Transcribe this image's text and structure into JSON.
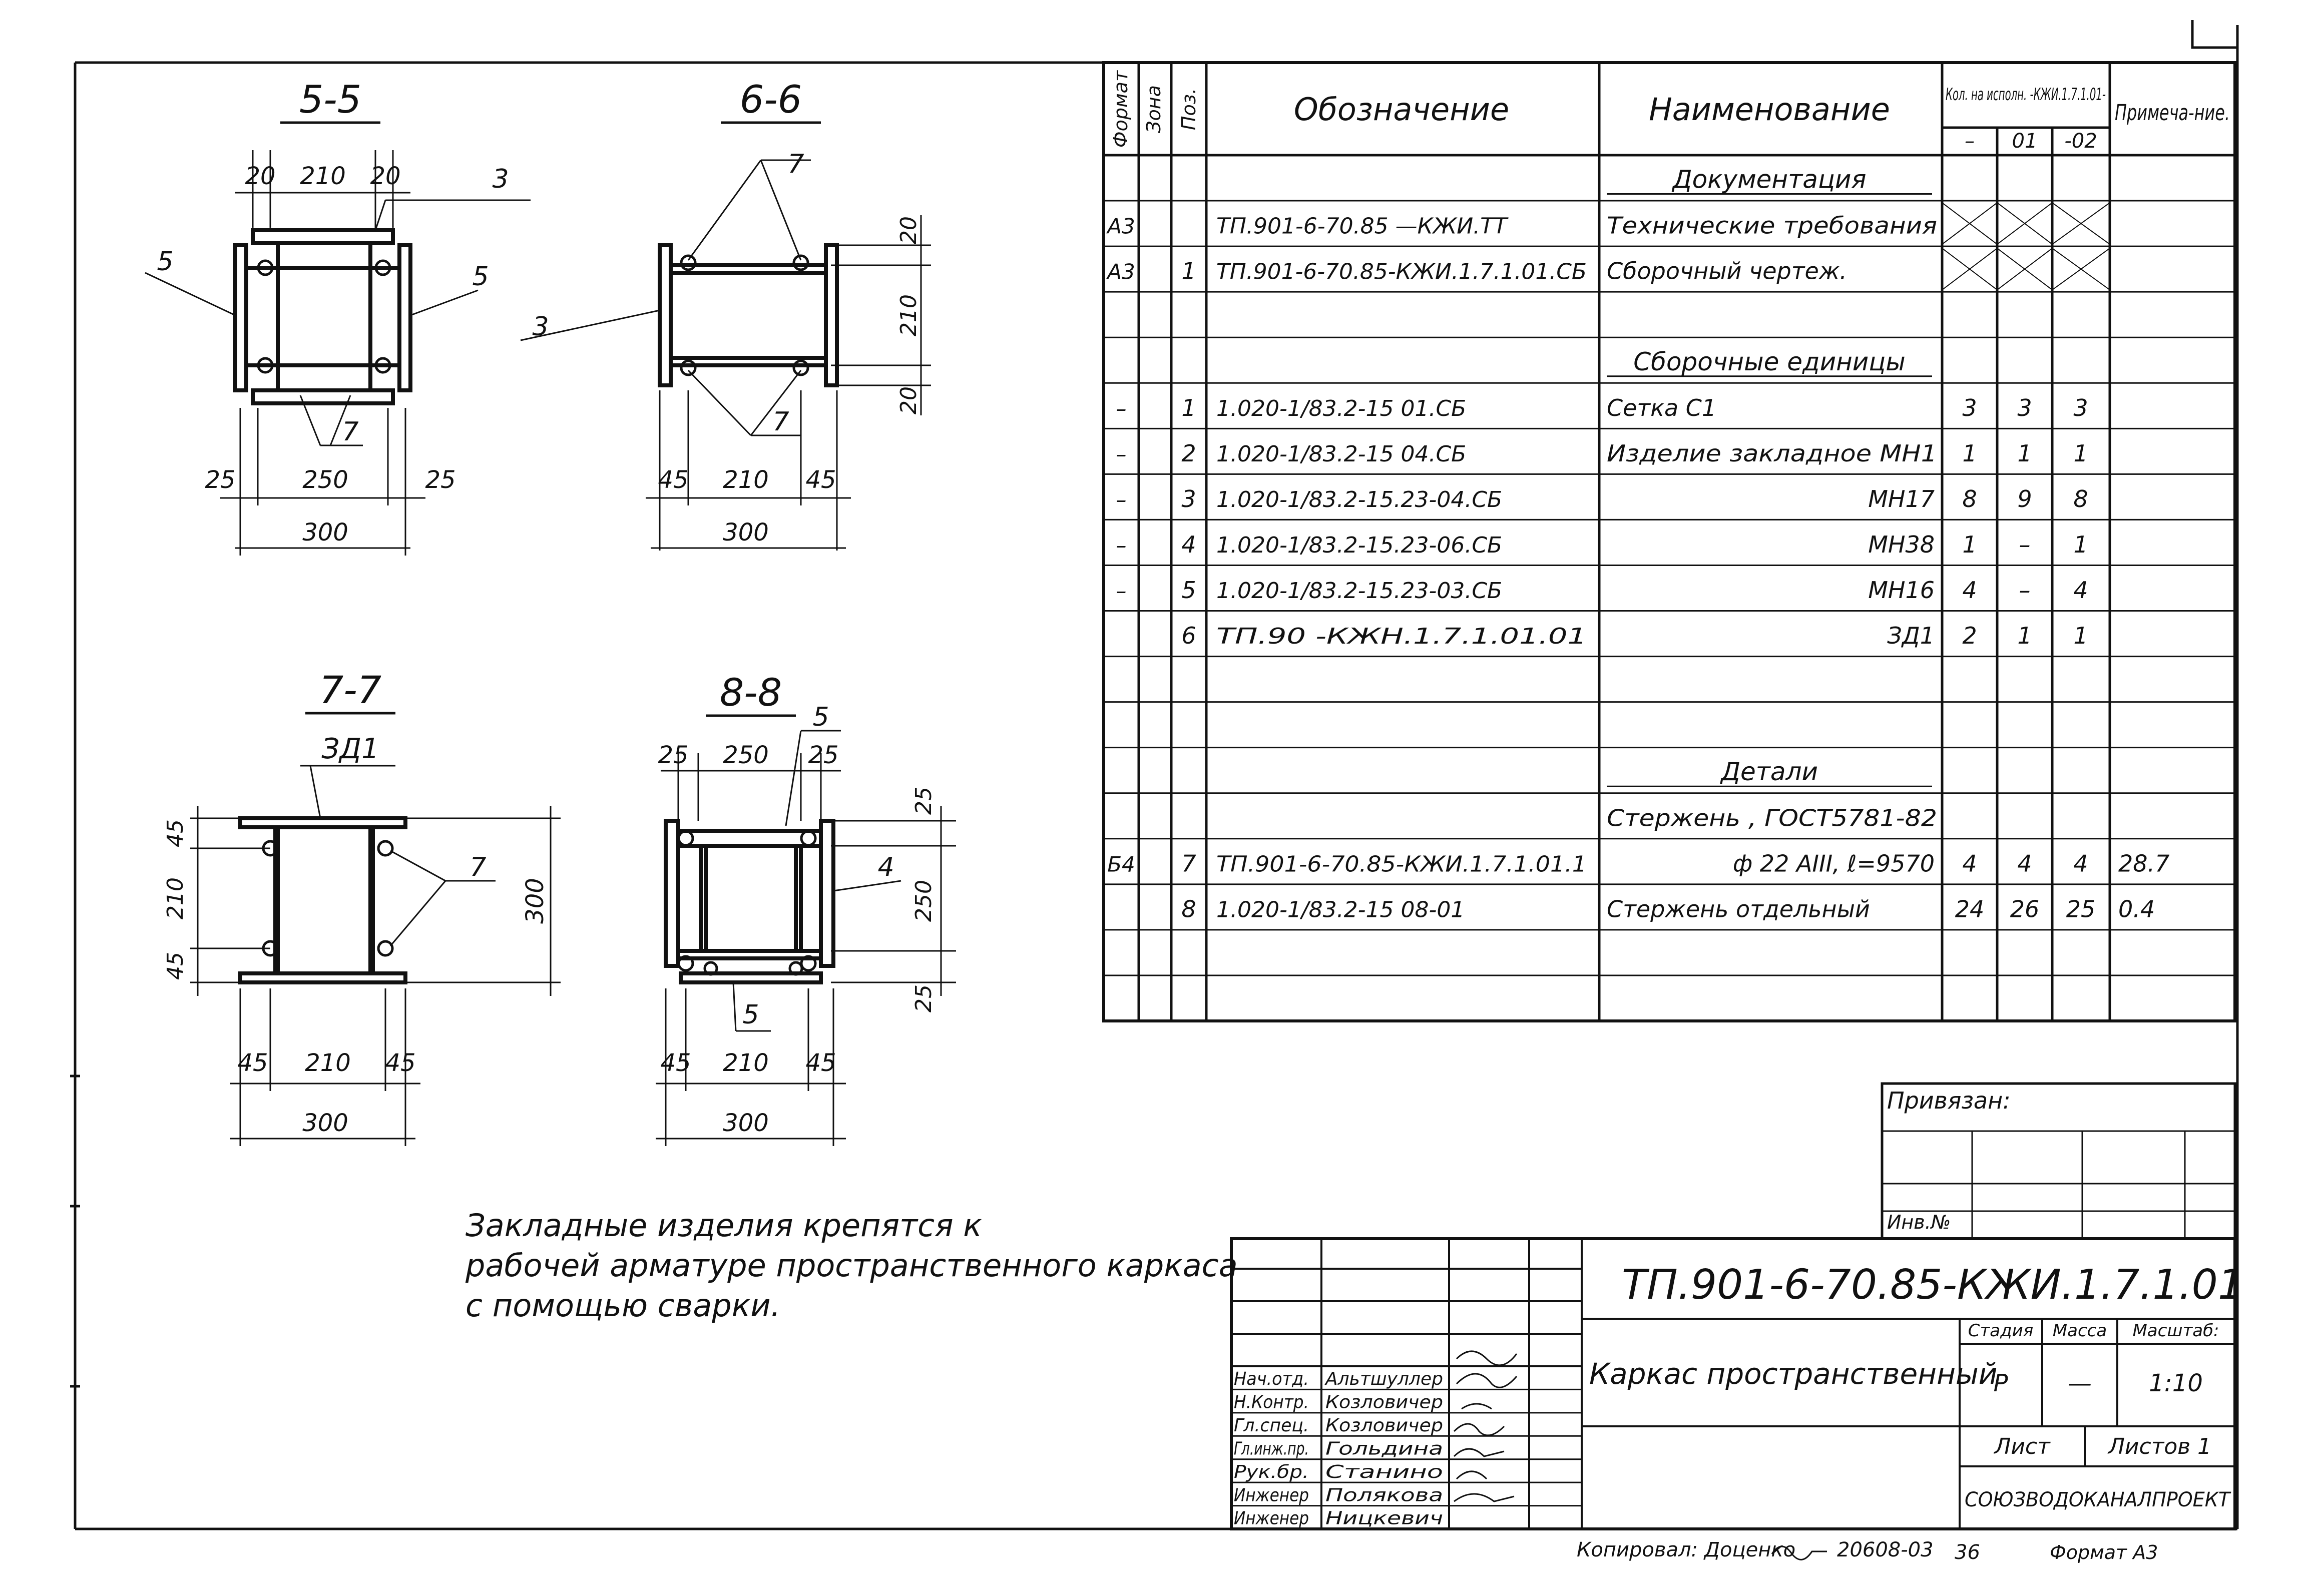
{
  "sections": {
    "s55": {
      "title": "5-5",
      "dims": {
        "top": [
          "20",
          "210",
          "20"
        ],
        "bottom": [
          "25",
          "250",
          "25"
        ],
        "overall": "300"
      },
      "positions": [
        "3",
        "5",
        "5",
        "7"
      ]
    },
    "s66": {
      "title": "6-6",
      "dims": {
        "right": [
          "20",
          "210",
          "20"
        ],
        "bottom": [
          "45",
          "210",
          "45"
        ],
        "overall": "300"
      },
      "positions": [
        "7",
        "3",
        "7"
      ]
    },
    "s77": {
      "title": "7-7",
      "label": "ЗД1",
      "dims": {
        "left": [
          "45",
          "210",
          "45"
        ],
        "right": "300",
        "bottom": [
          "45",
          "210",
          "45"
        ],
        "overall": "300"
      },
      "positions": [
        "7"
      ]
    },
    "s88": {
      "title": "8-8",
      "dims": {
        "top": [
          "25",
          "250",
          "25"
        ],
        "right": [
          "25",
          "250",
          "25"
        ],
        "bottom": [
          "45",
          "210",
          "45"
        ],
        "overall": "300"
      },
      "positions": [
        "5",
        "4",
        "5"
      ]
    }
  },
  "note": {
    "lines": [
      "Закладные изделия крепятся к",
      "рабочей арматуре пространственного каркаса",
      "с помощью сварки."
    ]
  },
  "spec": {
    "headers": {
      "format": "Формат",
      "zone": "Зона",
      "pos": "Поз.",
      "designation": "Обозначение",
      "name": "Наименование",
      "qty": "Кол. на исполн. -КЖИ.1.7.1.01-",
      "qty_cols": [
        "–",
        "01",
        "-02"
      ],
      "note": "Примеча-ние."
    },
    "rows": [
      {
        "format": "",
        "zone": "",
        "pos": "",
        "designation": "",
        "name": "Документация",
        "heading": true,
        "q": [
          "",
          "",
          ""
        ],
        "note": ""
      },
      {
        "format": "А3",
        "zone": "",
        "pos": "",
        "designation": "ТП.901-6-70.85 —КЖИ.ТТ",
        "name": "Технические требования",
        "q": [
          "",
          "",
          ""
        ],
        "cross": true,
        "note": ""
      },
      {
        "format": "А3",
        "zone": "",
        "pos": "1",
        "designation": "ТП.901-6-70.85-КЖИ.1.7.1.01.СБ",
        "name": "Сборочный чертеж.",
        "q": [
          "",
          "",
          ""
        ],
        "cross": true,
        "note": ""
      },
      {
        "format": "",
        "zone": "",
        "pos": "",
        "designation": "",
        "name": "",
        "q": [
          "",
          "",
          ""
        ],
        "note": ""
      },
      {
        "format": "",
        "zone": "",
        "pos": "",
        "designation": "",
        "name": "Сборочные единицы",
        "heading": true,
        "q": [
          "",
          "",
          ""
        ],
        "note": ""
      },
      {
        "format": "–",
        "zone": "",
        "pos": "1",
        "designation": "1.020-1/83.2-15 01.СБ",
        "name": "Сетка            С1",
        "q": [
          "3",
          "3",
          "3"
        ],
        "note": ""
      },
      {
        "format": "–",
        "zone": "",
        "pos": "2",
        "designation": "1.020-1/83.2-15 04.СБ",
        "name": "Изделие закладное МН1",
        "q": [
          "1",
          "1",
          "1"
        ],
        "note": ""
      },
      {
        "format": "–",
        "zone": "",
        "pos": "3",
        "designation": "1.020-1/83.2-15.23-04.СБ",
        "name": "МН17",
        "name_right": true,
        "q": [
          "8",
          "9",
          "8"
        ],
        "note": ""
      },
      {
        "format": "–",
        "zone": "",
        "pos": "4",
        "designation": "1.020-1/83.2-15.23-06.СБ",
        "name": "МН38",
        "name_right": true,
        "q": [
          "1",
          "–",
          "1"
        ],
        "note": ""
      },
      {
        "format": "–",
        "zone": "",
        "pos": "5",
        "designation": "1.020-1/83.2-15.23-03.СБ",
        "name": "МН16",
        "name_right": true,
        "q": [
          "4",
          "–",
          "4"
        ],
        "note": ""
      },
      {
        "format": "",
        "zone": "",
        "pos": "6",
        "designation": "ТП.90    -КЖН.1.7.1.01.01",
        "name": "ЗД1",
        "name_right": true,
        "q": [
          "2",
          "1",
          "1"
        ],
        "note": ""
      },
      {
        "format": "",
        "zone": "",
        "pos": "",
        "designation": "",
        "name": "",
        "q": [
          "",
          "",
          ""
        ],
        "note": ""
      },
      {
        "format": "",
        "zone": "",
        "pos": "",
        "designation": "",
        "name": "",
        "q": [
          "",
          "",
          ""
        ],
        "note": ""
      },
      {
        "format": "",
        "zone": "",
        "pos": "",
        "designation": "",
        "name": "Детали",
        "heading": true,
        "q": [
          "",
          "",
          ""
        ],
        "note": ""
      },
      {
        "format": "",
        "zone": "",
        "pos": "",
        "designation": "",
        "name": "Стержень , ГОСТ5781-82",
        "q": [
          "",
          "",
          ""
        ],
        "note": ""
      },
      {
        "format": "Б4",
        "zone": "",
        "pos": "7",
        "designation": "ТП.901-6-70.85-КЖИ.1.7.1.01.1",
        "name": "ф 22 АIII, ℓ=9570",
        "name_right": true,
        "q": [
          "4",
          "4",
          "4"
        ],
        "note": "28.7"
      },
      {
        "format": "",
        "zone": "",
        "pos": "8",
        "designation": "1.020-1/83.2-15 08-01",
        "name": "Стержень отдельный",
        "q": [
          "24",
          "26",
          "25"
        ],
        "note": "0.4"
      },
      {
        "format": "",
        "zone": "",
        "pos": "",
        "designation": "",
        "name": "",
        "q": [
          "",
          "",
          ""
        ],
        "note": ""
      },
      {
        "format": "",
        "zone": "",
        "pos": "",
        "designation": "",
        "name": "",
        "q": [
          "",
          "",
          ""
        ],
        "note": ""
      }
    ]
  },
  "binding": {
    "title": "Привязан:",
    "inv": "Инв.№"
  },
  "title_block": {
    "code": "ТП.901-6-70.85-КЖИ.1.7.1.01",
    "name": "Каркас пространственный",
    "stage_label": "Стадия",
    "mass_label": "Масса",
    "scale_label": "Масштаб:",
    "stage": "Р",
    "mass": "—",
    "scale": "1:10",
    "sheet_label": "Лист",
    "sheets_label": "Листов 1",
    "org": "СОЮЗВОДОКАНАЛПРОЕКТ",
    "people": [
      {
        "role": "Нач.отд.",
        "name": "Альтшуллер"
      },
      {
        "role": "Н.Контр.",
        "name": "Козловичер"
      },
      {
        "role": "Гл.спец.",
        "name": "Козловичер"
      },
      {
        "role": "Гл.инж.пр.",
        "name": "Гольдина"
      },
      {
        "role": "Рук.бр.",
        "name": "Станино"
      },
      {
        "role": "Инженер",
        "name": "Полякова"
      },
      {
        "role": "Инженер",
        "name": "Ницкевич"
      }
    ]
  },
  "footer": {
    "copied": "Копировал: Доценко",
    "num": "20608-03",
    "sheet_no": "36",
    "format": "Формат А3"
  }
}
